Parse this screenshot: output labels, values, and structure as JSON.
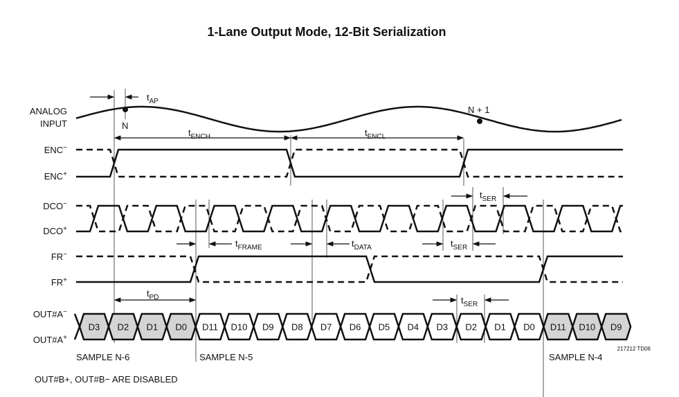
{
  "title": "1-Lane Output Mode, 12-Bit Serialization",
  "signals": {
    "analog": [
      "ANALOG",
      "INPUT"
    ],
    "enc_minus": {
      "base": "ENC",
      "sup": "−"
    },
    "enc_plus": {
      "base": "ENC",
      "sup": "+"
    },
    "dco_minus": {
      "base": "DCO",
      "sup": "−"
    },
    "dco_plus": {
      "base": "DCO",
      "sup": "+"
    },
    "fr_minus": {
      "base": "FR",
      "sup": "−"
    },
    "fr_plus": {
      "base": "FR",
      "sup": "+"
    },
    "out_minus": {
      "base": "OUT#A",
      "sup": "−"
    },
    "out_plus": {
      "base": "OUT#A",
      "sup": "+"
    }
  },
  "points": {
    "n": "N",
    "n1": "N + 1"
  },
  "timing": {
    "tap": {
      "t": "t",
      "sub": "AP"
    },
    "tench": {
      "t": "t",
      "sub": "ENCH"
    },
    "tencl": {
      "t": "t",
      "sub": "ENCL"
    },
    "tser_dco_top": {
      "t": "t",
      "sub": "SER"
    },
    "tframe": {
      "t": "t",
      "sub": "FRAME"
    },
    "tdata": {
      "t": "t",
      "sub": "DATA"
    },
    "tser_dco_bottom": {
      "t": "t",
      "sub": "SER"
    },
    "tpd": {
      "t": "t",
      "sub": "PD"
    },
    "tser_out": {
      "t": "t",
      "sub": "SER"
    }
  },
  "out_cells": [
    {
      "label": "D3",
      "shaded": true
    },
    {
      "label": "D2",
      "shaded": true
    },
    {
      "label": "D1",
      "shaded": true
    },
    {
      "label": "D0",
      "shaded": true
    },
    {
      "label": "D11",
      "shaded": false
    },
    {
      "label": "D10",
      "shaded": false
    },
    {
      "label": "D9",
      "shaded": false
    },
    {
      "label": "D8",
      "shaded": false
    },
    {
      "label": "D7",
      "shaded": false
    },
    {
      "label": "D6",
      "shaded": false
    },
    {
      "label": "D5",
      "shaded": false
    },
    {
      "label": "D4",
      "shaded": false
    },
    {
      "label": "D3",
      "shaded": false
    },
    {
      "label": "D2",
      "shaded": false
    },
    {
      "label": "D1",
      "shaded": false
    },
    {
      "label": "D0",
      "shaded": false
    },
    {
      "label": "D11",
      "shaded": true
    },
    {
      "label": "D10",
      "shaded": true
    },
    {
      "label": "D9",
      "shaded": true
    }
  ],
  "samples": [
    "SAMPLE N-6",
    "SAMPLE N-5",
    "SAMPLE N-4"
  ],
  "figure_id": "217212 TD06",
  "footnote": "OUT#B+, OUT#B− ARE DISABLED",
  "colors": {
    "line": "#111111",
    "shade": "#d4d4d4",
    "guide": "#555555"
  }
}
